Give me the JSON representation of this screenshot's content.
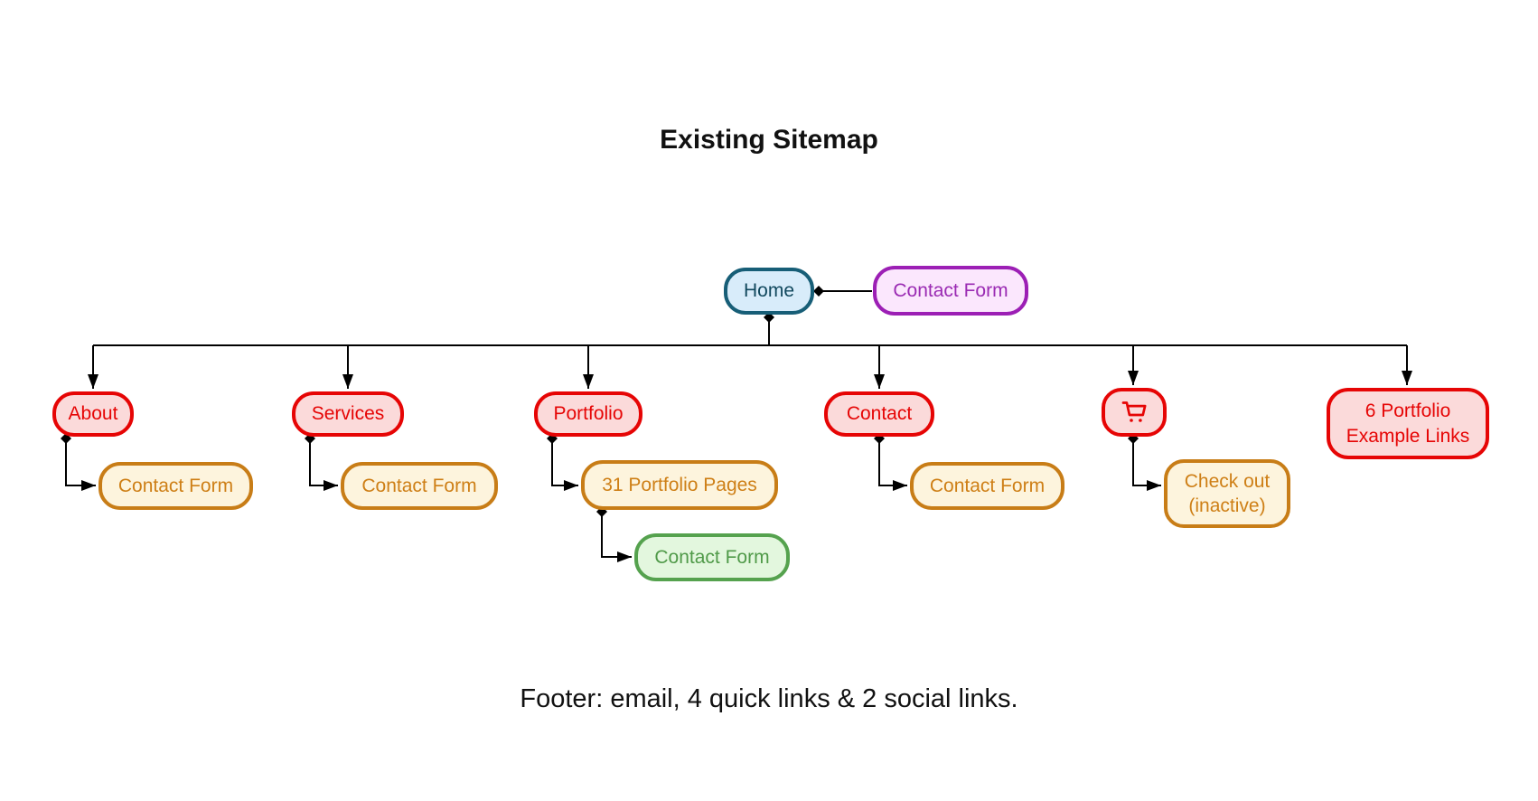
{
  "title": "Existing Sitemap",
  "footer": "Footer: email, 4 quick links & 2 social links.",
  "colors": {
    "red_border": "#e60505",
    "red_fill": "#fbdada",
    "blue_border": "#175e77",
    "blue_fill": "#d8ecfa",
    "purple_border": "#9c1fb5",
    "purple_fill": "#fbe7fd",
    "orange_border": "#c87d17",
    "orange_fill": "#fdf4dd",
    "green_border": "#55a24e",
    "green_fill": "#e3f7de",
    "connector": "#000000"
  },
  "nodes": {
    "home": {
      "label": "Home"
    },
    "home_contact_form": {
      "label": "Contact Form"
    },
    "about": {
      "label": "About"
    },
    "services": {
      "label": "Services"
    },
    "portfolio": {
      "label": "Portfolio"
    },
    "contact": {
      "label": "Contact"
    },
    "cart": {
      "icon": "shopping-cart-icon"
    },
    "portfolio_examples": {
      "line1": "6 Portfolio",
      "line2": "Example Links"
    },
    "about_contact_form": {
      "label": "Contact Form"
    },
    "services_contact_form": {
      "label": "Contact Form"
    },
    "portfolio_pages": {
      "label": "31 Portfolio Pages"
    },
    "portfolio_contact_form": {
      "label": "Contact Form"
    },
    "contact_contact_form": {
      "label": "Contact Form"
    },
    "checkout": {
      "line1": "Check out",
      "line2": "(inactive)"
    }
  }
}
